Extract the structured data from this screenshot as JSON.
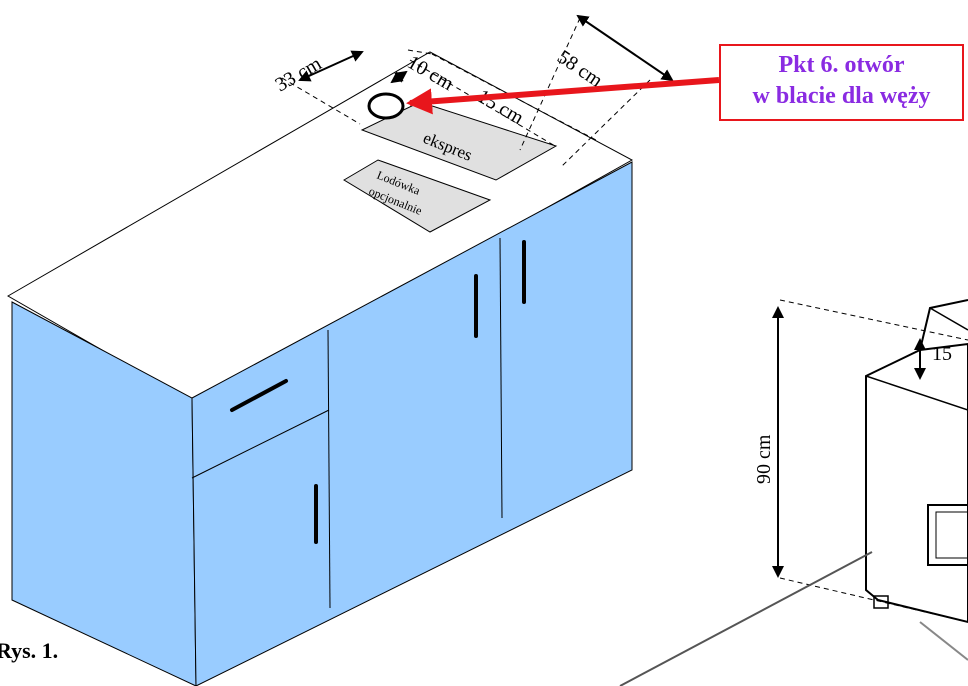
{
  "callout": {
    "line1": "Pkt 6. otwór",
    "line2": "w blacie dla węży"
  },
  "figure_label": "Rys. 1.",
  "dimensions": {
    "left_offset": "33 cm",
    "hole_offset": "10 cm",
    "hole_depth": "15 cm",
    "counter_depth": "58 cm",
    "height": "90 cm",
    "machine_clearance": "15"
  },
  "areas": {
    "espresso": "ekspres",
    "fridge_line1": "Lodówka",
    "fridge_line2": "opcjonalnie"
  },
  "colors": {
    "cabinet": "#99ccff",
    "callout_border": "#e8161c",
    "callout_text": "#8a2be2",
    "arrow": "#e8161c"
  }
}
